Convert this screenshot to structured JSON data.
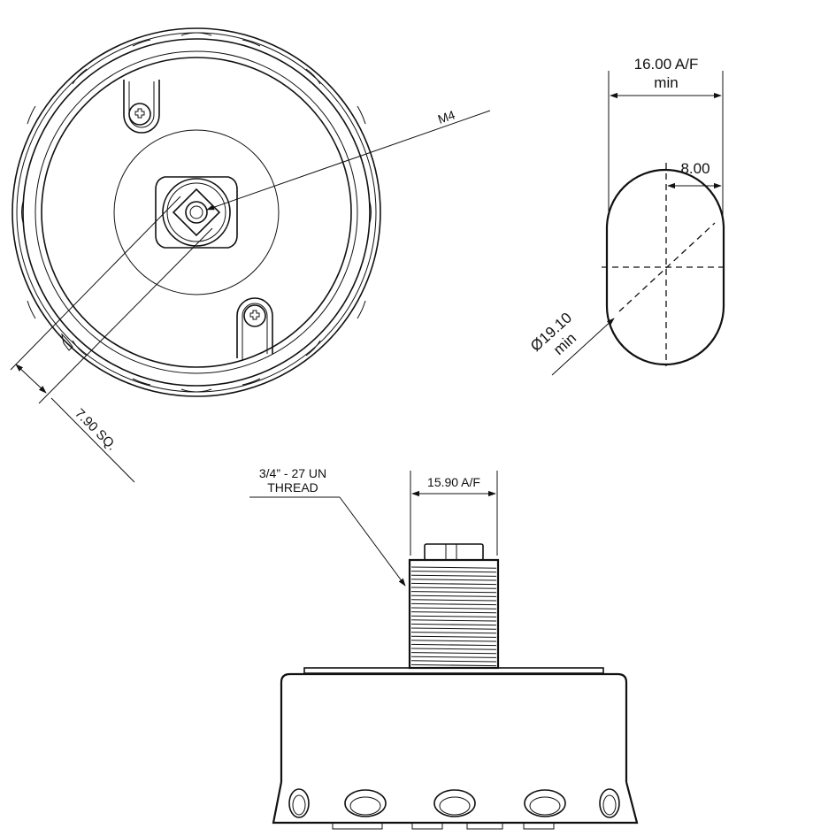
{
  "labels": {
    "top_view_thread": "M4",
    "top_view_square": "7.90 SQ.",
    "section_af_value": "16.00 A/F",
    "section_af_suffix": "min",
    "section_flat": "8.00",
    "section_dia_value": "Ø19.10",
    "section_dia_suffix": "min",
    "side_thread_line1": "3/4” - 27 UN",
    "side_thread_line2": "THREAD",
    "side_af": "15.90 A/F"
  }
}
